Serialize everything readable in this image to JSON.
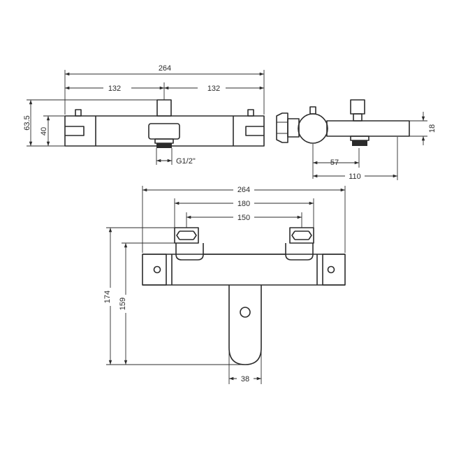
{
  "dimensions": {
    "front_overall_width": "264",
    "front_left_half": "132",
    "front_right_half": "132",
    "front_height_total": "63.5",
    "front_body_height": "40",
    "front_thread": "G1/2\"",
    "side_projection": "110",
    "side_outlet_offset": "57",
    "side_body_height": "18",
    "plan_overall_width": "264",
    "plan_centres_max": "180",
    "plan_centres_min": "150",
    "plan_depth_total": "174",
    "plan_depth_spout": "159",
    "plan_spout_width": "38"
  },
  "colors": {
    "line": "#2b2b2b",
    "background": "#ffffff"
  }
}
